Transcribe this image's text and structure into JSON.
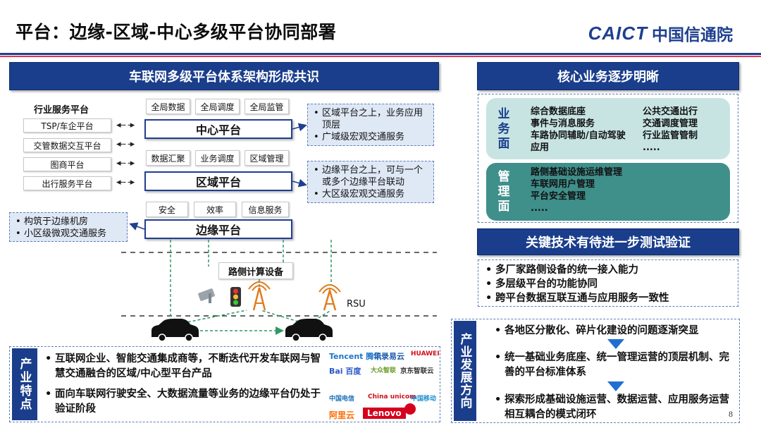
{
  "header": {
    "title": "平台：边缘-区域-中心多级平台协同部署",
    "logo_latin": "CAICT",
    "logo_cn": "中国信通院"
  },
  "left": {
    "banner": "车联网多级平台体系架构形成共识",
    "industry_title": "行业服务平台",
    "industry_items": [
      "TSP/车企平台",
      "交管数据交互平台",
      "图商平台",
      "出行服务平台"
    ],
    "center": {
      "label": "中心平台",
      "functions": [
        "全局数据",
        "全局调度",
        "全局监管"
      ]
    },
    "region": {
      "label": "区域平台",
      "functions": [
        "数据汇聚",
        "业务调度",
        "区域管理"
      ]
    },
    "edge": {
      "label": "边缘平台",
      "functions": [
        "安全",
        "效率",
        "信息服务"
      ]
    },
    "note_center": [
      "区域平台之上，业务应用顶层",
      "广域级宏观交通服务"
    ],
    "note_region": [
      "边缘平台之上，可与一个或多个边缘平台联动",
      "大区级宏观交通服务"
    ],
    "note_edge": [
      "构筑于边缘机房",
      "小区级微观交通服务"
    ],
    "roadside_label": "路侧计算设备",
    "rsu_label": "RSU",
    "arrow_glyph": "◂-- -▸"
  },
  "industry": {
    "label": "产业特点",
    "items": [
      "互联网企业、智能交通集成商等，不断迭代开发车联网与智慧交通融合的区域/中心型平台产品",
      "面向车联网行驶安全、大数据流量等业务的边缘平台仍处于验证阶段"
    ],
    "brands": [
      "Tencent 腾讯",
      "华录易云",
      "HUAWEI",
      "Bai 百度",
      "大众智联",
      "京东智联云",
      "中国电信",
      "China unicom",
      "中国移动",
      "阿里云",
      "Lenovo"
    ]
  },
  "right": {
    "banner_core": "核心业务逐步明晰",
    "business": {
      "label": "业务面",
      "col1": [
        "综合数据底座",
        "事件与消息服务",
        "车路协同辅助/自动驾驶应用"
      ],
      "col2": [
        "公共交通出行",
        "交通调度管理",
        "行业监管管制",
        "....."
      ]
    },
    "management": {
      "label": "管理面",
      "items": [
        "路侧基础设施运维管理",
        "车联网用户管理",
        "平台安全管理",
        "....."
      ]
    },
    "banner_tech": "关键技术有待进一步测试验证",
    "tech": [
      "多厂家路侧设备的统一接入能力",
      "多层级平台的功能协同",
      "跨平台数据互联互通与应用服务一致性"
    ],
    "development": {
      "label": "产业发展方向",
      "items": [
        "各地区分散化、碎片化建设的问题逐渐突显",
        "统一基础业务底座、统一管理运营的顶层机制、完善的平台标准体系",
        "探索形成基础设施运营、数据运营、应用服务运营相互耦合的模式闭环"
      ]
    }
  },
  "page_number": "8",
  "colors": {
    "navy": "#1a3e8c",
    "teal_light": "#bfe0df",
    "teal_dark": "#3f8f8b",
    "accent_red": "#e3344f"
  }
}
